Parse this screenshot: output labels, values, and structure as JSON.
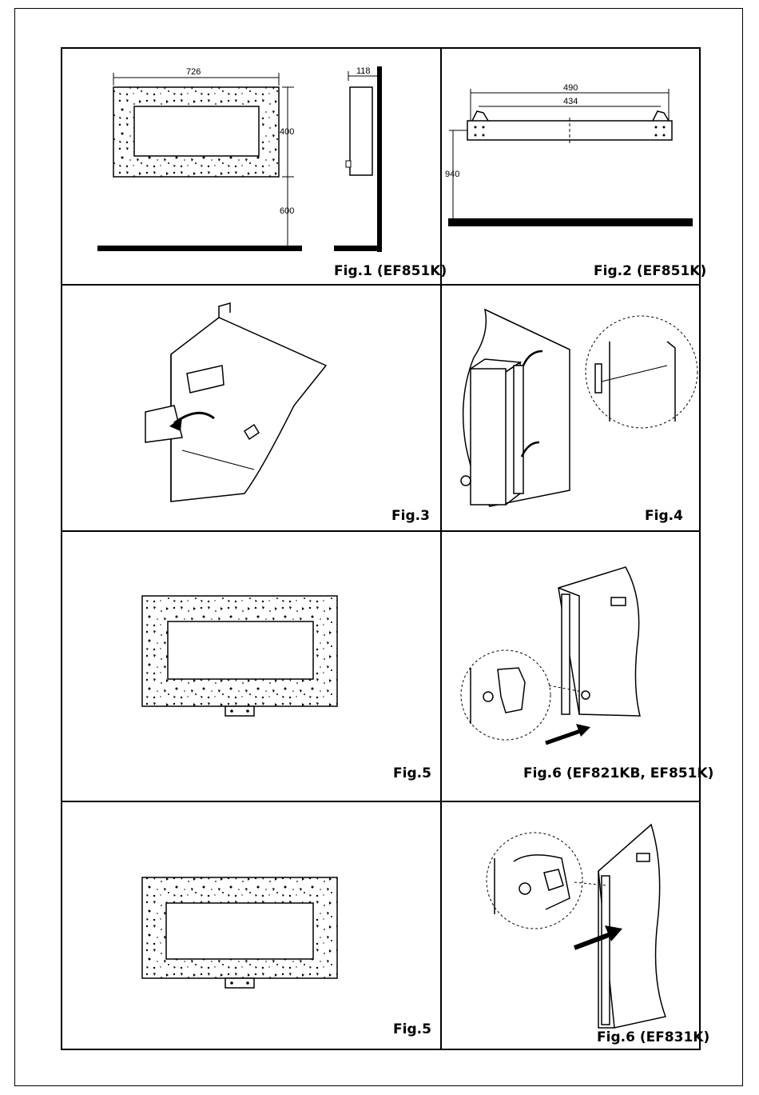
{
  "figures": {
    "fig1": {
      "caption": "Fig.1 (EF851K)",
      "dim_width": "726",
      "dim_height": "400",
      "dim_floor": "600",
      "dim_depth": "118"
    },
    "fig2": {
      "caption": "Fig.2 (EF851K)",
      "dim_outer": "490",
      "dim_inner": "434",
      "dim_height": "940"
    },
    "fig3": {
      "caption": "Fig.3"
    },
    "fig4": {
      "caption": "Fig.4"
    },
    "fig5a": {
      "caption": "Fig.5"
    },
    "fig6a": {
      "caption": "Fig.6 (EF821KB, EF851K)"
    },
    "fig5b": {
      "caption": "Fig.5"
    },
    "fig6b": {
      "caption": "Fig.6 (EF831K)"
    }
  }
}
